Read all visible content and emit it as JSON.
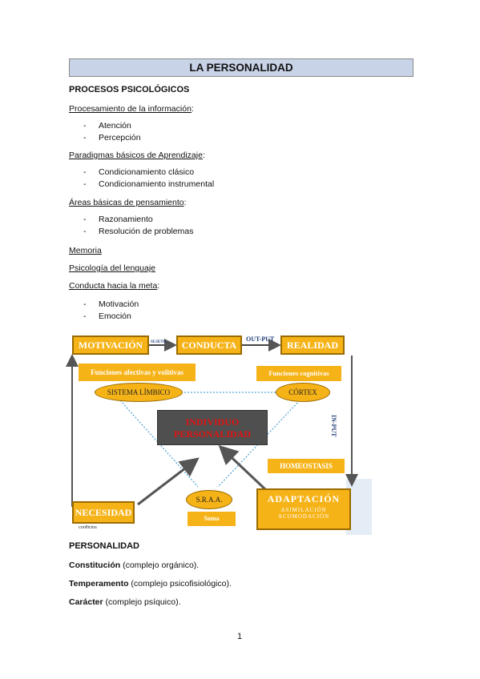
{
  "title": "LA PERSONALIDAD",
  "section1": {
    "heading": "PROCESOS PSICOLÓGICOS",
    "groups": [
      {
        "label": "Procesamiento de la información",
        "suffix": ":",
        "items": [
          "Atención",
          "Percepción"
        ]
      },
      {
        "label": "Paradigmas básicos de Aprendizaje",
        "suffix": ":",
        "items": [
          "Condicionamiento clásico",
          "Condicionamiento instrumental"
        ]
      },
      {
        "label": "Áreas básicas de pensamiento",
        "suffix": ":",
        "items": [
          "Razonamiento",
          "Resolución de problemas"
        ]
      },
      {
        "label": "Memoria",
        "suffix": "",
        "items": []
      },
      {
        "label": "Psicología del lenguaje",
        "suffix": "",
        "items": []
      },
      {
        "label": "Conducta hacia la meta",
        "suffix": ":",
        "items": [
          "Motivación",
          "Emoción"
        ]
      }
    ]
  },
  "diagram": {
    "motivacion": "MOTIVACIÓN",
    "conducta": "CONDUCTA",
    "realidad": "REALIDAD",
    "out_put": "OUT-PUT",
    "in_put": "IN-PUT",
    "arrow_note": "SUJETO",
    "funciones_afectivas": "Funciones afectivas y volitivas",
    "funciones_cognitivas": "Funciones cognitivas",
    "sistema_limbico": "SISTEMA LÍMBICO",
    "cortex": "CÓRTEX",
    "individuo": "INDIVIDUO",
    "personalidad": "PERSONALIDAD",
    "homeostasis": "HOMEOSTASIS",
    "sraa": "S.R.A.A.",
    "soma": "Soma",
    "necesidad": "NECESIDAD",
    "necesidad_note": "conflictos",
    "adaptacion": "ADAPTACIÓN",
    "asimilacion": "ASIMILACIÓN",
    "acomodacion": "ACOMODACIÓN"
  },
  "section2": {
    "heading": "PERSONALIDAD",
    "items": [
      {
        "term": "Constitución",
        "desc": " (complejo orgánico)."
      },
      {
        "term": "Temperamento",
        "desc": " (complejo psicofisiológico)."
      },
      {
        "term": "Carácter",
        "desc": " (complejo psíquico)."
      }
    ]
  },
  "page_number": "1"
}
